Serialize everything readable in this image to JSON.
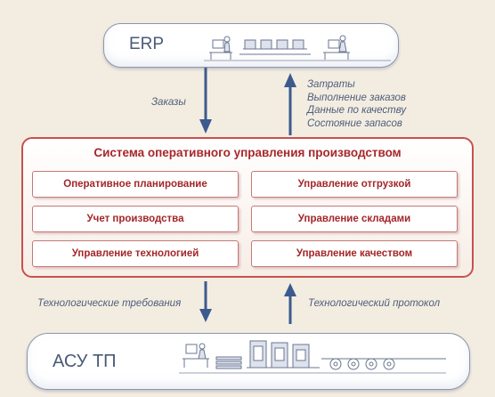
{
  "erp": {
    "label": "ERP"
  },
  "asu": {
    "label": "АСУ ТП"
  },
  "flows": {
    "orders": "Заказы",
    "feedback_lines": [
      "Затраты",
      "Выполнение заказов",
      "Данные по качеству",
      "Состояние запасов"
    ],
    "tech_requirements": "Технологические требования",
    "tech_protocol": "Технологический протокол"
  },
  "system": {
    "title": "Система оперативного управления производством",
    "modules_left": [
      "Оперативное планирование",
      "Учет производства",
      "Управление технологией"
    ],
    "modules_right": [
      "Управление отгрузкой",
      "Управление складами",
      "Управление качеством"
    ]
  },
  "colors": {
    "arrow": "#3c5a8e",
    "system_border": "#c8504f",
    "module_text": "#a3262a",
    "label_text": "#4e5d7a",
    "background": "#f3ede1"
  }
}
